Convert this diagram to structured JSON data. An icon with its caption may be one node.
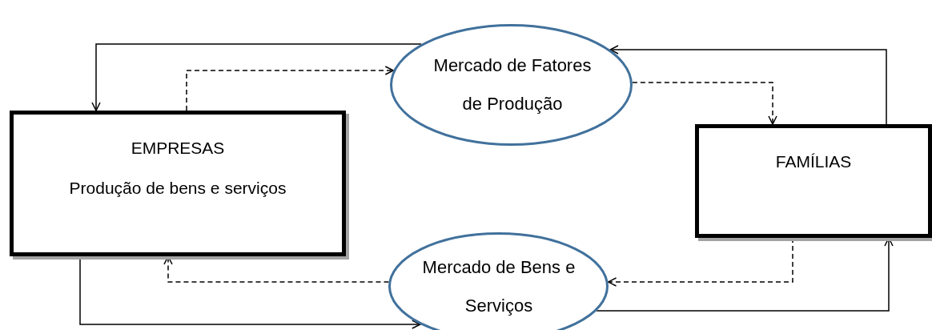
{
  "diagram": {
    "nodes": [
      {
        "text": [
          "EMPRESAS",
          "Produção de bens e serviços"
        ]
      },
      {
        "text": [
          "Mercado de Fatores de Produção"
        ]
      },
      {
        "text": [
          "FAMÍLIAS"
        ]
      },
      {
        "text": [
          "Mercado de Bens e Serviços"
        ]
      }
    ],
    "edges": [
      {
        "from": 1,
        "to": 0,
        "arrow": "to"
      },
      {
        "from": 0,
        "to": 1,
        "arrow": "to",
        "style": "dashed"
      },
      {
        "from": 1,
        "to": 2,
        "arrow": "to",
        "style": "dashed"
      },
      {
        "from": 2,
        "to": 1,
        "arrow": "to"
      },
      {
        "from": 2,
        "to": 3,
        "arrow": "to",
        "style": "dashed"
      },
      {
        "from": 3,
        "to": 0,
        "arrow": "to",
        "style": "dashed"
      },
      {
        "from": 0,
        "to": 3,
        "arrow": "to"
      },
      {
        "from": 3,
        "to": 2,
        "arrow": "to"
      }
    ]
  }
}
